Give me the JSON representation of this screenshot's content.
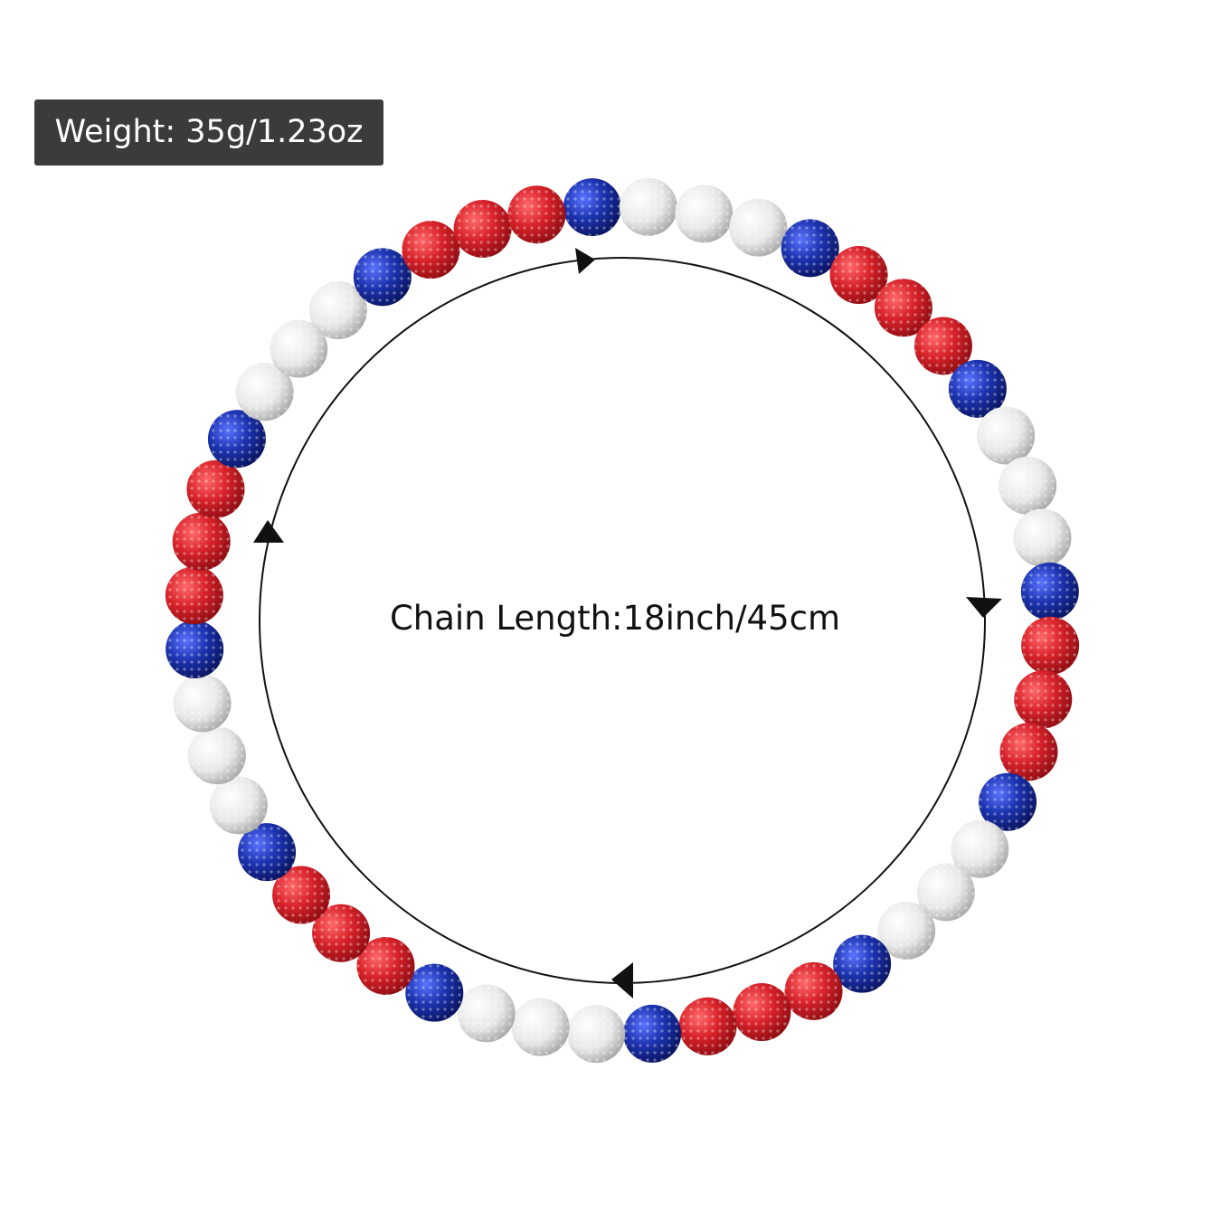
{
  "weight_label": "Weight: 35g/1.23oz",
  "length_label": "Chain Length:18inch/45cm",
  "bead_pattern": [
    "blue",
    "white",
    "white",
    "white",
    "blue",
    "red",
    "red",
    "red"
  ],
  "bead_count": 48,
  "colors": {
    "red": "#d8222a",
    "blue": "#1c33b0",
    "white": "#eeeeee",
    "label_bg": "#3b3b3b"
  }
}
